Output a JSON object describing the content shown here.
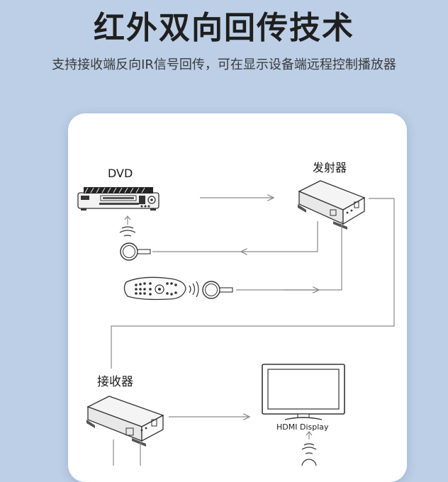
{
  "header": {
    "title": "红外双向回传技术",
    "subtitle": "支持接收端反向IR信号回传，可在显示设备端远程控制播放器"
  },
  "devices": {
    "dvd_label": "DVD",
    "transmitter_label": "发射器",
    "receiver_label": "接收器",
    "display_label": "HDMI Display"
  },
  "colors": {
    "background": "#bccfe6",
    "card": "#ffffff",
    "line": "#8a8a8a"
  }
}
